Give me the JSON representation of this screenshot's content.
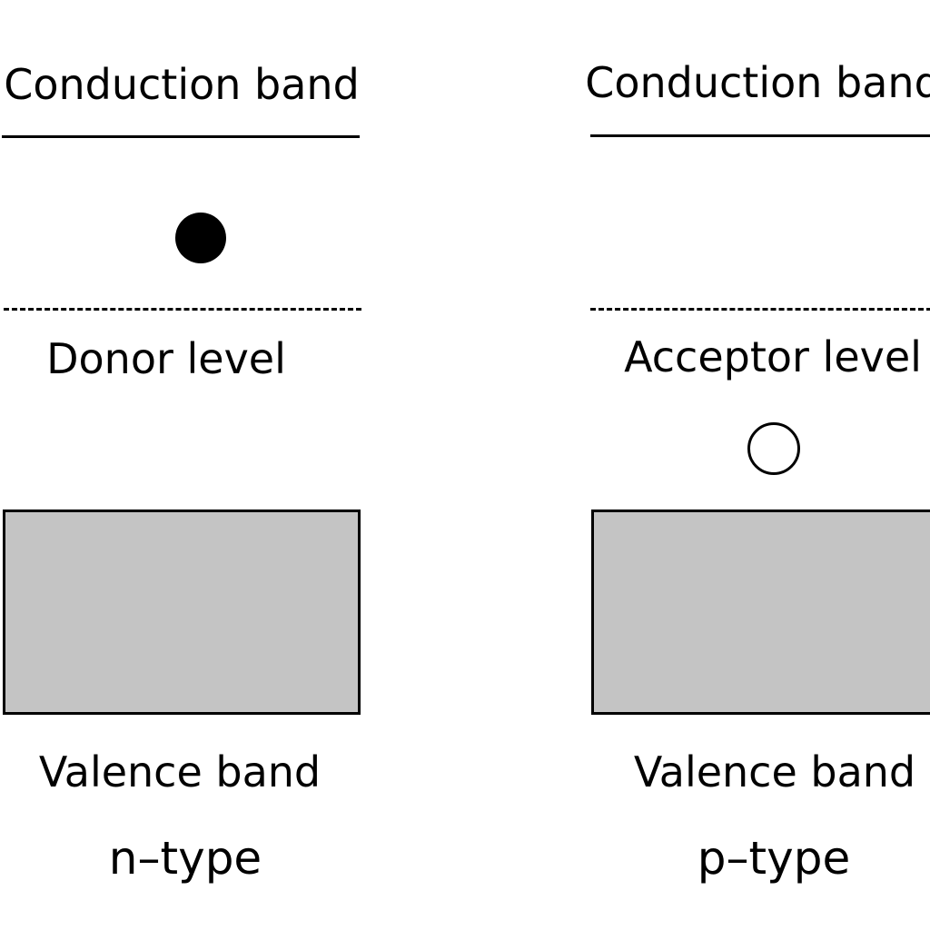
{
  "colors": {
    "background": "#ffffff",
    "line": "#000000",
    "valence_fill": "#c4c4c4",
    "electron": "#000000",
    "hole_fill": "#ffffff"
  },
  "panels": [
    {
      "conduction_label": "Conduction band",
      "level_label": "Donor level",
      "valence_label": "Valence band",
      "type_label": "n–type",
      "carrier": "electron"
    },
    {
      "conduction_label": "Conduction band",
      "level_label": "Acceptor level",
      "valence_label": "Valence band",
      "type_label": "p–type",
      "carrier": "hole"
    }
  ]
}
